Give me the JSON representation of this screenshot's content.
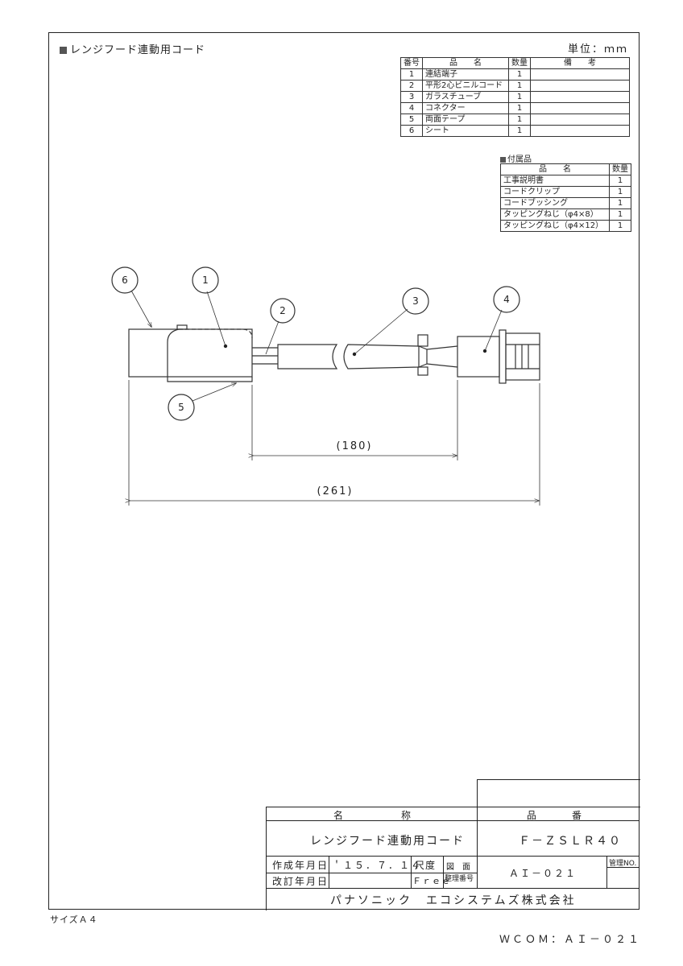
{
  "header": {
    "title": "レンジフード連動用コード",
    "unit": "単位：ｍｍ"
  },
  "parts_table": {
    "headers": [
      "番号",
      "品　　名",
      "数量",
      "備　　考"
    ],
    "rows": [
      {
        "no": "1",
        "name": "連結端子",
        "qty": "1",
        "note": ""
      },
      {
        "no": "2",
        "name": "平形2心ビニルコード",
        "qty": "1",
        "note": ""
      },
      {
        "no": "3",
        "name": "ガラスチューブ",
        "qty": "1",
        "note": ""
      },
      {
        "no": "4",
        "name": "コネクター",
        "qty": "1",
        "note": ""
      },
      {
        "no": "5",
        "name": "両面テープ",
        "qty": "1",
        "note": ""
      },
      {
        "no": "6",
        "name": "シート",
        "qty": "1",
        "note": ""
      }
    ]
  },
  "accessories": {
    "title": "付属品",
    "headers": [
      "品　　名",
      "数量"
    ],
    "rows": [
      {
        "name": "工事説明書",
        "qty": "1"
      },
      {
        "name": "コードクリップ",
        "qty": "1"
      },
      {
        "name": "コードブッシング",
        "qty": "1"
      },
      {
        "name": "タッピングねじ（φ4×8）",
        "qty": "1"
      },
      {
        "name": "タッピングねじ（φ4×12）",
        "qty": "1"
      }
    ]
  },
  "drawing": {
    "balloons": [
      "6",
      "1",
      "2",
      "3",
      "4",
      "5"
    ],
    "dimensions": {
      "inner": "(180)",
      "overall": "(261)"
    }
  },
  "title_block": {
    "name_label": "名　　　　　称",
    "number_label": "品　　　番",
    "name_value": "レンジフード連動用コード",
    "number_value": "Ｆ－ＺＳＬＲ４０",
    "created_label": "作成年月日",
    "created_value": "＇１５．７．１４",
    "revised_label": "改訂年月日",
    "revised_value": "",
    "scale_label": "尺度",
    "scale_value": "Ｆｒｅｅ",
    "drawing_label": "図　面",
    "drawing_sub": "整理番号",
    "drawing_value": "ＡＩ－０２１",
    "mgmt_label": "管理NO.",
    "company": "パナソニック　エコシステムズ株式会社"
  },
  "footer": {
    "size": "サイズＡ４",
    "code": "ＷＣＯＭ：ＡＩ－０２１"
  }
}
